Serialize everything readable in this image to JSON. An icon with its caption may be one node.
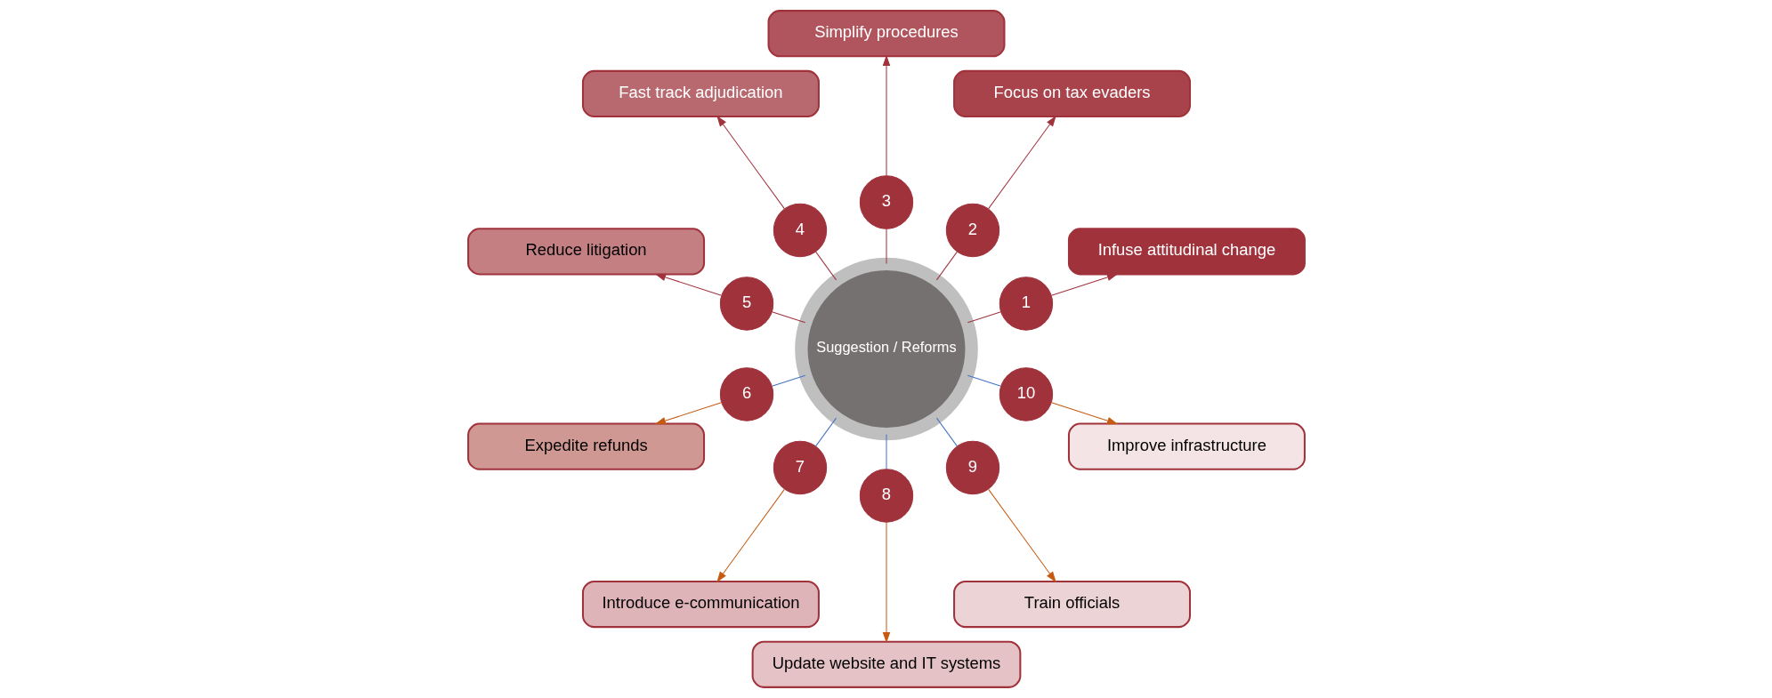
{
  "diagram": {
    "nodes": [
      {
        "text": [
          "Suggestion / Reforms"
        ]
      },
      {
        "text": [
          "1"
        ]
      },
      {
        "text": [
          "2"
        ]
      },
      {
        "text": [
          "3"
        ]
      },
      {
        "text": [
          "4"
        ]
      },
      {
        "text": [
          "5"
        ]
      },
      {
        "text": [
          "6"
        ]
      },
      {
        "text": [
          "7"
        ]
      },
      {
        "text": [
          "8"
        ]
      },
      {
        "text": [
          "9"
        ]
      },
      {
        "text": [
          "10"
        ]
      },
      {
        "text": [
          "Infuse attitudinal change"
        ]
      },
      {
        "text": [
          "Focus on tax evaders"
        ]
      },
      {
        "text": [
          "Simplify procedures"
        ]
      },
      {
        "text": [
          "Fast track adjudication"
        ]
      },
      {
        "text": [
          "Reduce litigation"
        ]
      },
      {
        "text": [
          "Expedite refunds"
        ]
      },
      {
        "text": [
          "Introduce e-communication"
        ]
      },
      {
        "text": [
          "Update website and IT systems"
        ]
      },
      {
        "text": [
          "Train officials"
        ]
      },
      {
        "text": [
          "Improve infrastructure"
        ]
      }
    ],
    "edges": [
      {
        "from": 0,
        "to": 1,
        "arrow": "none",
        "color": "#a0323c"
      },
      {
        "from": 0,
        "to": 2,
        "arrow": "none",
        "color": "#a0323c"
      },
      {
        "from": 0,
        "to": 3,
        "arrow": "none",
        "color": "#a0323c"
      },
      {
        "from": 0,
        "to": 4,
        "arrow": "none",
        "color": "#a0323c"
      },
      {
        "from": 0,
        "to": 5,
        "arrow": "none",
        "color": "#a0323c"
      },
      {
        "from": 0,
        "to": 6,
        "arrow": "none",
        "color": "#4472c4"
      },
      {
        "from": 0,
        "to": 7,
        "arrow": "none",
        "color": "#4472c4"
      },
      {
        "from": 0,
        "to": 8,
        "arrow": "none",
        "color": "#4472c4"
      },
      {
        "from": 0,
        "to": 9,
        "arrow": "none",
        "color": "#4472c4"
      },
      {
        "from": 0,
        "to": 10,
        "arrow": "none",
        "color": "#4472c4"
      },
      {
        "from": 1,
        "to": 11,
        "arrow": "to",
        "color": "#a0323c"
      },
      {
        "from": 2,
        "to": 12,
        "arrow": "to",
        "color": "#a0323c"
      },
      {
        "from": 3,
        "to": 13,
        "arrow": "to",
        "color": "#a0323c"
      },
      {
        "from": 4,
        "to": 14,
        "arrow": "to",
        "color": "#a0323c"
      },
      {
        "from": 5,
        "to": 15,
        "arrow": "to",
        "color": "#a0323c"
      },
      {
        "from": 6,
        "to": 16,
        "arrow": "to",
        "color": "#c55a11"
      },
      {
        "from": 7,
        "to": 17,
        "arrow": "to",
        "color": "#c55a11"
      },
      {
        "from": 8,
        "to": 18,
        "arrow": "to",
        "color": "#c55a11"
      },
      {
        "from": 9,
        "to": 19,
        "arrow": "to",
        "color": "#c55a11"
      },
      {
        "from": 10,
        "to": 20,
        "arrow": "to",
        "color": "#c55a11"
      }
    ]
  }
}
